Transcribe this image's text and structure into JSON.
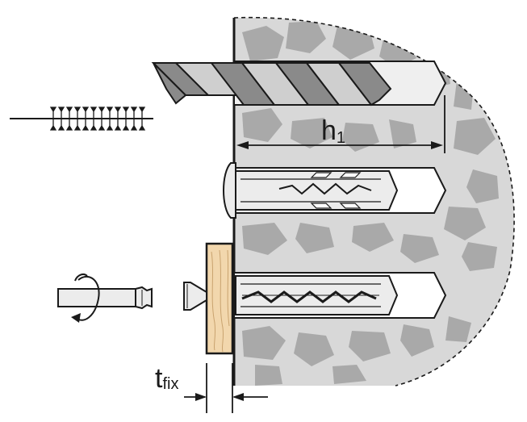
{
  "labels": {
    "drill_depth": {
      "main": "h",
      "sub": "1"
    },
    "fixture_thickness": {
      "main": "t",
      "sub": "fix"
    }
  },
  "icons": [
    "drill-bit-icon",
    "brush-icon",
    "rotation-arrow-icon",
    "screwdriver-bit-icon",
    "screw-icon",
    "dowel-anchor-icon"
  ],
  "colors": {
    "stone_fill": "#d8d8d8",
    "stone_blob": "#a9a9a9",
    "drill_dark": "#8a8a8a",
    "drill_light": "#cfcfcf",
    "anchor_fill": "#ececec",
    "wood_fill": "#f2d7ad",
    "outline": "#1a1a1a"
  }
}
